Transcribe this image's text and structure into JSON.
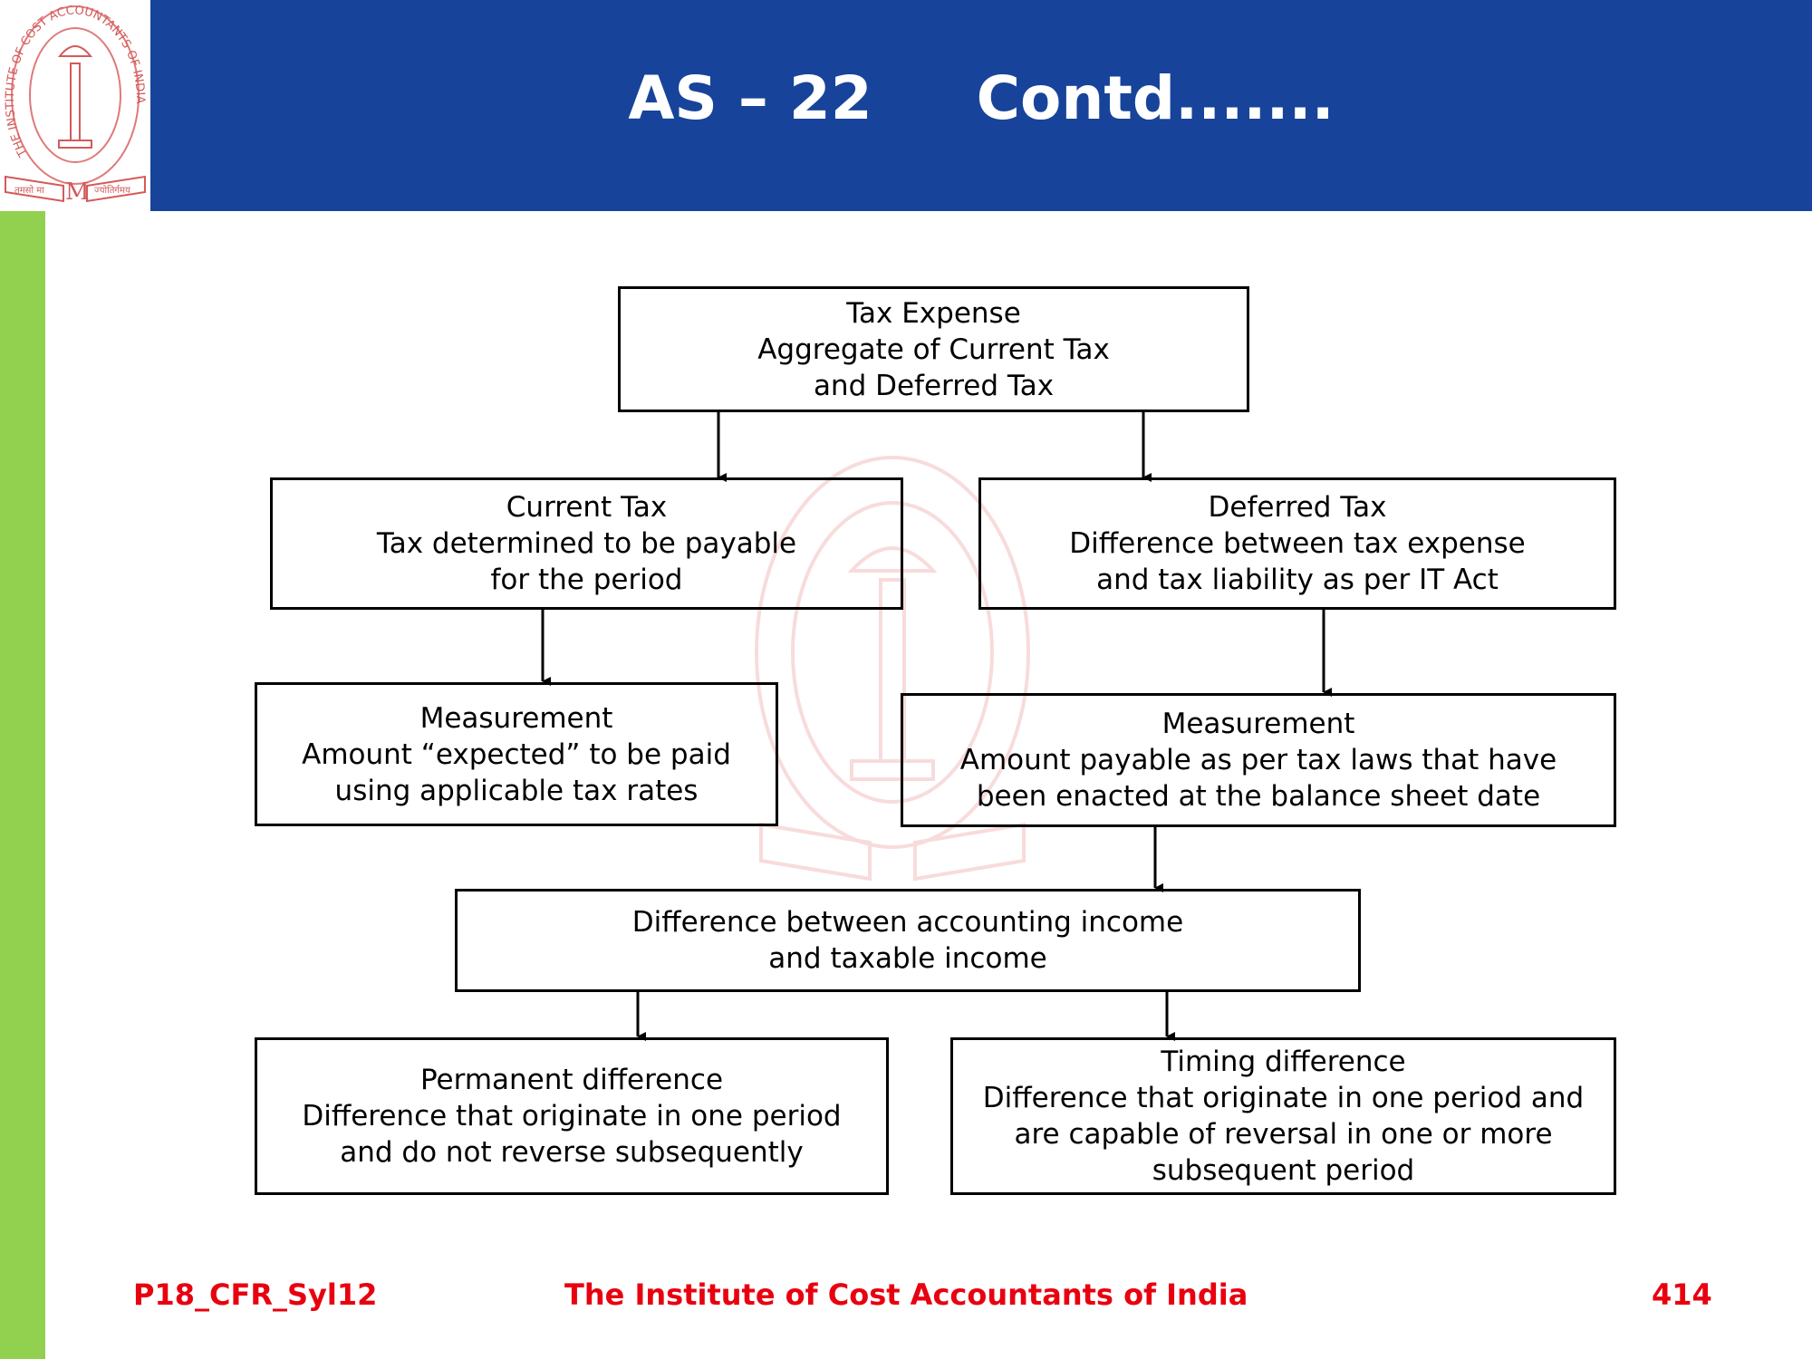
{
  "header": {
    "title": "AS – 22     Contd.......",
    "logo": {
      "ring_text": "THE INSTITUTE OF COST ACCOUNTANTS OF INDIA",
      "banner_left": "तमसो मा",
      "banner_right": "ज्योतिर्गमय",
      "monogram": "M"
    },
    "colors": {
      "header_bg": "#17449a",
      "side_bar": "#92d050",
      "footer_text": "#e8000f"
    }
  },
  "flowchart": {
    "tax_expense": {
      "title": "Tax Expense",
      "line1": "Aggregate of Current Tax",
      "line2": "and Deferred Tax"
    },
    "current_tax": {
      "title": "Current Tax",
      "line1": "Tax determined to be payable",
      "line2": "for the period"
    },
    "deferred_tax": {
      "title": "Deferred Tax",
      "line1": "Difference between tax expense",
      "line2": "and tax liability as per IT Act"
    },
    "current_measurement": {
      "title": "Measurement",
      "line1": "Amount “expected” to be paid",
      "line2": "using applicable tax rates"
    },
    "deferred_measurement": {
      "title": "Measurement",
      "line1": "Amount payable as per tax laws that have",
      "line2": "been enacted at the balance sheet date"
    },
    "income_difference": {
      "line1": "Difference between accounting income",
      "line2": "and taxable income"
    },
    "permanent_difference": {
      "title": "Permanent difference",
      "line1": "Difference that originate in one period",
      "line2": "and do not reverse subsequently"
    },
    "timing_difference": {
      "title": "Timing difference",
      "line1": "Difference that originate in one period and",
      "line2": "are capable of reversal in one or more",
      "line3": "subsequent period"
    }
  },
  "footer": {
    "code": "P18_CFR_Syl12",
    "institute": "The Institute of Cost Accountants of India",
    "page_number": "414"
  }
}
